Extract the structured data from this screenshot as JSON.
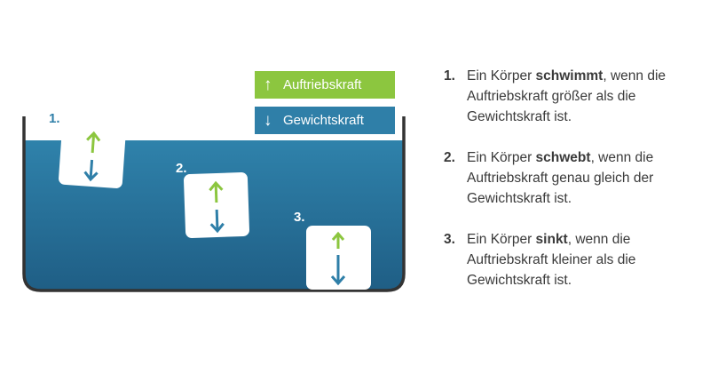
{
  "legend": {
    "buoyancy_label": "Auftriebskraft",
    "buoyancy_arrow": "↑",
    "weight_label": "Gewichtskraft",
    "weight_arrow": "↓"
  },
  "bodies": [
    {
      "number": "1."
    },
    {
      "number": "2."
    },
    {
      "number": "3."
    }
  ],
  "rules": [
    {
      "number": "1.",
      "pre": "Ein Körper ",
      "bold": "schwimmt",
      "post": ", wenn die Auftriebskraft größer als die Gewichtskraft ist."
    },
    {
      "number": "2.",
      "pre": "Ein Körper ",
      "bold": "schwebt",
      "post": ", wenn die Auftriebskraft genau gleich der Gewichtskraft ist."
    },
    {
      "number": "3.",
      "pre": "Ein Körper ",
      "bold": "sinkt",
      "post": ", wenn die Auftriebskraft kleiner als die Gewichtskraft ist."
    }
  ],
  "colors": {
    "water_top": "#2f7fa8",
    "water_bottom": "#1d5a80",
    "buoyancy": "#8cc63f",
    "weight": "#2f7fa8",
    "tank": "#333333"
  }
}
